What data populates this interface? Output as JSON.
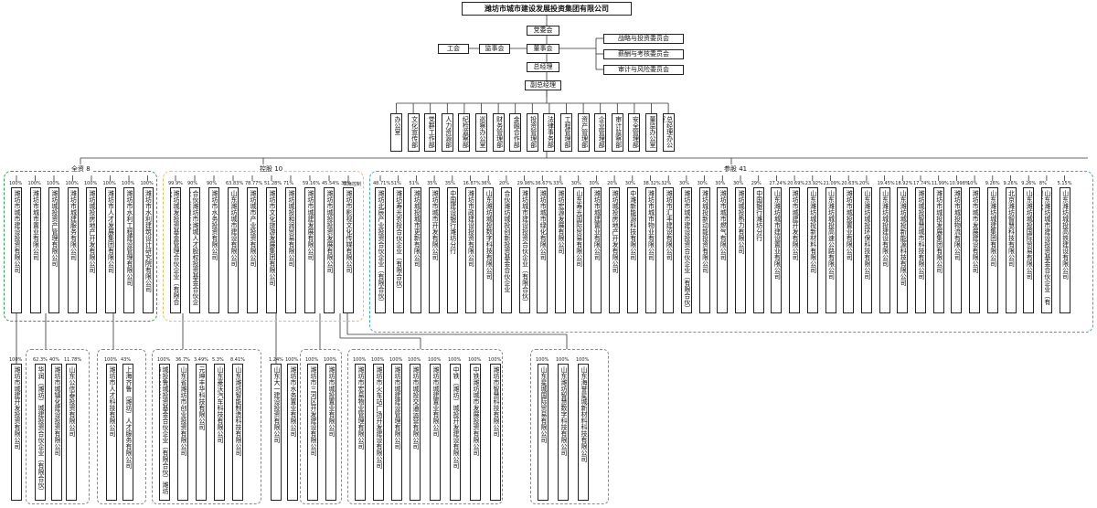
{
  "top": {
    "group": "潍坊市城市建设发展投资集团有限公司",
    "party": "党委会",
    "union": "工会",
    "supervisors": "监事会",
    "board": "董事会",
    "gm": "总经理",
    "deputy_gm": "副总经理"
  },
  "committees": [
    "战略与投资委员会",
    "薪酬与考核委员会",
    "审计与风险委员会"
  ],
  "departments": [
    "办公室",
    "文化宣传部",
    "党群工作部",
    "人力资源部",
    "纪检监察部",
    "巡察办公室",
    "财务管理部",
    "金融合作部",
    "投资管理部",
    "法律事务部",
    "工程管理部",
    "资产管理部",
    "企业管理部",
    "审计监察部",
    "安全管理部",
    "董监办公室",
    "总经理办公室"
  ],
  "groups": {
    "wholly": {
      "label": "全资 8",
      "color": "#2e9e4a"
    },
    "holding": {
      "label": "控股 10",
      "color": "#e8c048"
    },
    "shareholding": {
      "label": "参股 41",
      "color": "#3aa7c4"
    }
  },
  "wholly": [
    {
      "pct": "100%",
      "name": "潍坊市城市建设投资有限公司"
    },
    {
      "pct": "100%",
      "name": "潍坊市城市置业有限公司"
    },
    {
      "pct": "100%",
      "name": "潍坊城投资产管理有限公司"
    },
    {
      "pct": "100%",
      "name": "潍坊市城建服务有限公司"
    },
    {
      "pct": "100%",
      "name": "潍坊城投房地产开发有限公司"
    },
    {
      "pct": "100%",
      "name": "潍坊市人才发展集团有限公司"
    },
    {
      "pct": "100%",
      "name": "潍坊市水利工程建设管理有限公司"
    },
    {
      "pct": "100%",
      "name": "潍坊市水利建筑设计研究院有限公司"
    }
  ],
  "holding": [
    {
      "pct": "99.9%",
      "name": "潍坊城发投资基金管理合伙企业（有限合伙）"
    },
    {
      "pct": "90%",
      "name": "合伙潍坊市潍城人才股权投资基金合伙企业（有限合伙）"
    },
    {
      "pct": "90%",
      "name": "潍坊市水务投资有限公司"
    },
    {
      "pct": "63.83%",
      "name": "山东潍坊城市建设有限公司"
    },
    {
      "pct": "78.77%",
      "name": "潍坊城市产业投资有限公司"
    },
    {
      "pct": "51.28%",
      "name": "潍坊市文化旅游发展集团有限公司"
    },
    {
      "pct": "71%",
      "name": "潍坊城投和润贸易有限公司"
    },
    {
      "pct": "59.16%",
      "name": "潍坊市城建发展有限公司"
    },
    {
      "pct": "45.54%",
      "name": "潍坊市城投投资发展有限公司"
    },
    {
      "pct": "35%",
      "name": "潍坊市影视文化传媒有限公司"
    }
  ],
  "holding_note": "实际控制",
  "shareholding": [
    {
      "pct": "48.71%",
      "name": "潍坊北辰产业投资合伙企业（有限合伙）"
    },
    {
      "pct": "51%",
      "name": "潍坊寿光农投合伙企业（有限合伙）"
    },
    {
      "pct": "51%",
      "name": "潍坊城投城市更新有限公司"
    },
    {
      "pct": "35%",
      "name": "潍坊市城市开发有限公司"
    },
    {
      "pct": "35%",
      "name": "中国建设银行潍坊分行"
    },
    {
      "pct": "16.87%",
      "name": "潍坊市政建设投资有限公司"
    },
    {
      "pct": "36%",
      "name": "山东潍坊城投数字科技有限公司"
    },
    {
      "pct": "20%",
      "name": "合伙潍坊城投创新投资基金合伙企业"
    },
    {
      "pct": "29.98%",
      "name": "潍坊城市建设投资合伙企业（有限合伙）"
    },
    {
      "pct": "36.67%",
      "name": "潍坊市城市绿化有限公司"
    },
    {
      "pct": "33%",
      "name": "潍坊宏源发展有限公司"
    },
    {
      "pct": "30%",
      "name": "山东寿光国际贸易有限公司"
    },
    {
      "pct": "30%",
      "name": "潍坊市城建置业有限公司"
    },
    {
      "pct": "20%",
      "name": "潍坊城投房地产开发有限公司"
    },
    {
      "pct": "30%",
      "name": "中潍新能源科技有限公司"
    },
    {
      "pct": "38.32%",
      "name": "潍坊市城市物业有限公司"
    },
    {
      "pct": "32%",
      "name": "潍坊市汇丰建设有限公司"
    },
    {
      "pct": "30%",
      "name": "潍坊市城市建设投资合伙企业（有限合伙）"
    },
    {
      "pct": "30%",
      "name": "潍坊城投新动能投资有限公司"
    },
    {
      "pct": "30%",
      "name": "潍坊市城市燃气有限公司"
    },
    {
      "pct": "30%",
      "name": "潍坊城投热力有限公司"
    },
    {
      "pct": "29%",
      "name": "中国银行潍坊分行"
    },
    {
      "pct": "27.24%",
      "name": "山东潍坊城市建设置业有限公司"
    },
    {
      "pct": "20.69%",
      "name": "潍坊市城建开发有限公司"
    },
    {
      "pct": "23.92%",
      "name": "山东潍坊城投新材料有限公司"
    },
    {
      "pct": "21.09%",
      "name": "山东潍坊城投高速公路有限公司"
    },
    {
      "pct": "20.63%",
      "name": "潍坊市城投置业有限公司"
    },
    {
      "pct": "20%",
      "name": "山东潍坊城投环保科技有限公司"
    },
    {
      "pct": "19.45%",
      "name": "山东潍坊城投建设有限公司"
    },
    {
      "pct": "18.92%",
      "name": "山东潍坊城投新能源科技有限公司"
    },
    {
      "pct": "17.74%",
      "name": "潍坊城投智慧城市科技有限公司"
    },
    {
      "pct": "11.99%",
      "name": "潍坊市城投发展集团有限公司"
    },
    {
      "pct": "10.998%",
      "name": "潍坊市城投物流有限公司"
    },
    {
      "pct": "10%",
      "name": "潍坊市城市发展建设有限公司"
    },
    {
      "pct": "9.26%",
      "name": "山东潍坊城建集团有限公司"
    },
    {
      "pct": "9.26%",
      "name": "北京潍坊智慧科技有限公司"
    },
    {
      "pct": "9.26%",
      "name": "山东潍坊城投国际贸易有限公司"
    },
    {
      "pct": "8%",
      "name": "山东潍坊城市建设投资基金合伙企业（有限合伙）"
    },
    {
      "pct": "5.15%",
      "name": "山东潍坊城投高铁建设有限公司"
    }
  ],
  "subs": [
    {
      "pct": "100%",
      "name": "潍坊市城建开发投资有限公司"
    },
    {
      "pct": "62.3%",
      "name": "华润（潍坊）城建投资合伙企业（有限合伙）"
    },
    {
      "pct": "40%",
      "name": "潍坊市城镇化建设投资有限公司"
    },
    {
      "pct": "11.78%",
      "name": "山东公信泰投资有限公司"
    },
    {
      "pct": "100%",
      "name": "潍坊市人才科技有限公司"
    },
    {
      "pct": "43%",
      "name": "上海齐鲁（潍坊）人才服务有限公司"
    },
    {
      "pct": "100%",
      "name": "城投鲁城投资基金合伙企业（有限合伙）潍坊市合伙企业"
    },
    {
      "pct": "36.7%",
      "name": "山东省潍坊市创业投资有限公司"
    },
    {
      "pct": "3.49%",
      "name": "元坤丰华科技有限公司"
    },
    {
      "pct": "5.3%",
      "name": "山东豪沃汽车科技有限公司"
    },
    {
      "pct": "8.41%",
      "name": "山东潍坊智能制造科技有限公司"
    },
    {
      "pct": "1.24%",
      "name": "山东大一建设投资有限公司"
    },
    {
      "pct": "100%",
      "name": "潍坊市水务置业有限公司"
    },
    {
      "pct": "100%",
      "name": "潍坊市三河区开发建设有限公司"
    },
    {
      "pct": "100%",
      "name": "潍坊市城投置业有限公司"
    },
    {
      "pct": "100%",
      "name": "潍坊市宏易物业管理有限公司"
    },
    {
      "pct": "100%",
      "name": "潍坊市火车站广场开发建设有限公司"
    },
    {
      "pct": "100%",
      "name": "潍坊市城建建设管理有限公司"
    },
    {
      "pct": "100%",
      "name": "潍坊市城投交通运营有限公司"
    },
    {
      "pct": "100%",
      "name": "潍坊市城建置业有限公司"
    },
    {
      "pct": "100%",
      "name": "中铁（潍坊）城投开发建设有限公司"
    },
    {
      "pct": "100%",
      "name": "中铁潍坊城市发展投资有限公司"
    },
    {
      "pct": "100%",
      "name": "潍坊市智慧科技有限公司"
    },
    {
      "pct": "100%",
      "name": "山东星城国际贸易有限公司"
    },
    {
      "pct": "100%",
      "name": "山东潍坊智慧数字科技有限公司"
    },
    {
      "pct": "100%",
      "name": "山东海誉星城新材料科技有限公司"
    }
  ]
}
